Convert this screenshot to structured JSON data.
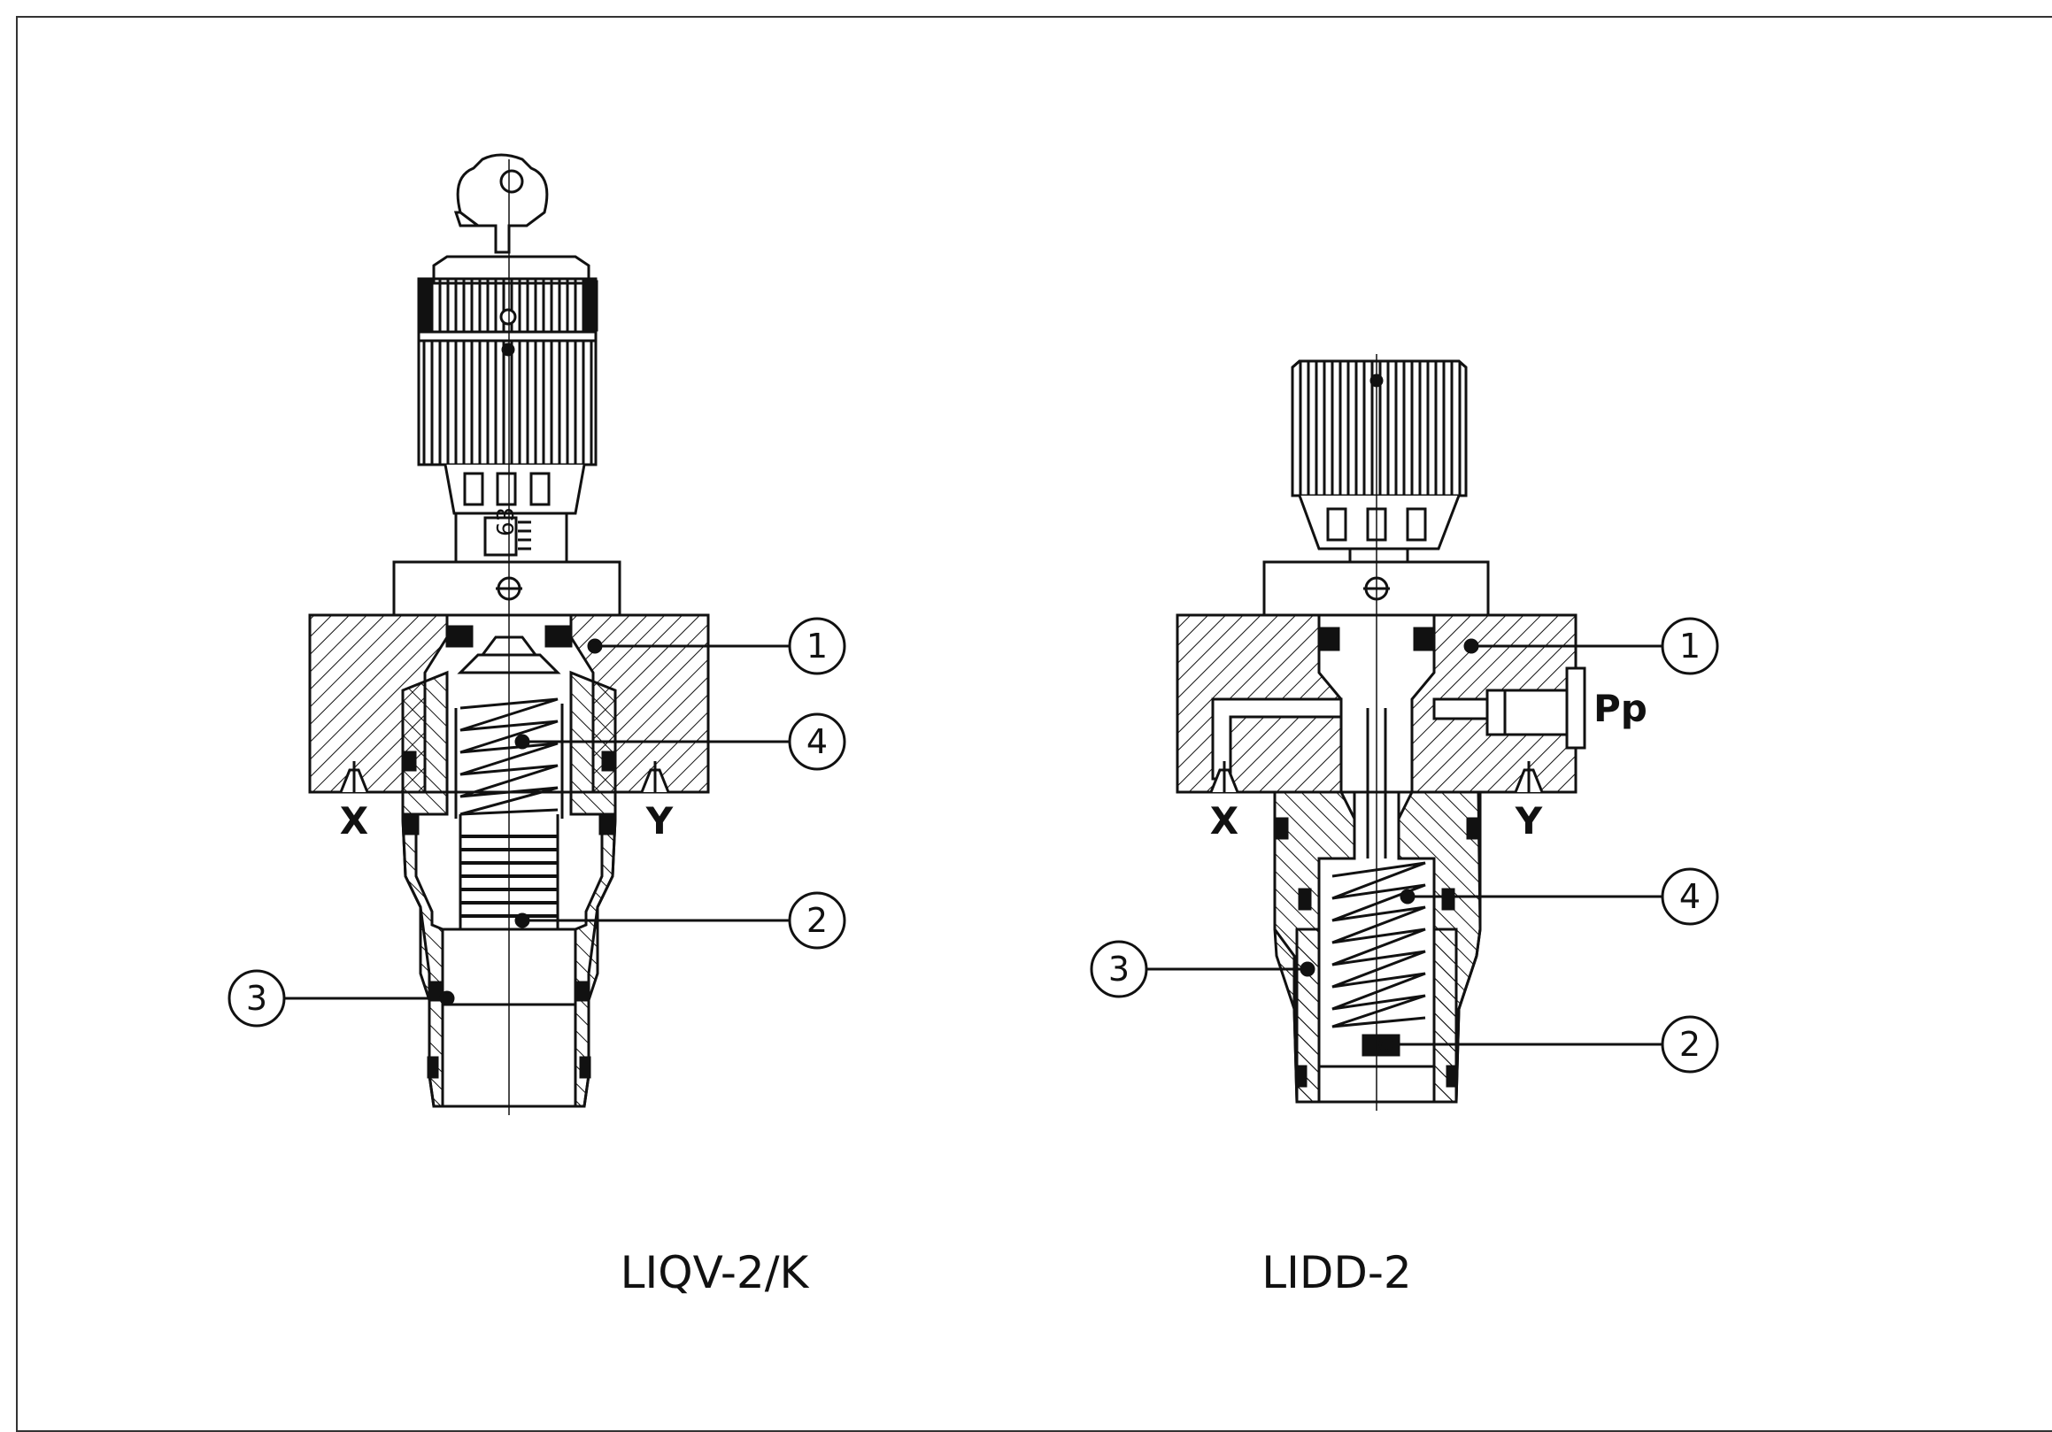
{
  "drawings": [
    {
      "id": "left",
      "caption": "LIQV-2/K",
      "ports": [
        "X",
        "Y"
      ],
      "dial_text": "63",
      "callouts": [
        "1",
        "4",
        "2",
        "3"
      ]
    },
    {
      "id": "right",
      "caption": "LIDD-2",
      "ports": [
        "X",
        "Y",
        "Pp"
      ],
      "callouts": [
        "1",
        "4",
        "3",
        "2"
      ]
    }
  ],
  "colors": {
    "line": "#111111",
    "background": "#ffffff",
    "frame": "#333333"
  },
  "icons": [
    "hatch-pattern",
    "numbered-callout-circle",
    "spring-coil",
    "knurled-knob",
    "key-handle"
  ]
}
